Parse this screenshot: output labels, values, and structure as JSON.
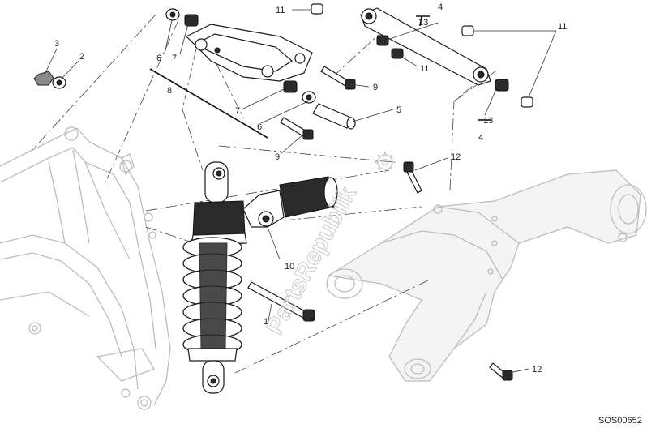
{
  "diagram": {
    "code": "SOS00652",
    "watermark": "PartsRepublik",
    "callouts": [
      {
        "id": "c-1",
        "text": "1"
      },
      {
        "id": "c-2",
        "text": "2"
      },
      {
        "id": "c-3",
        "text": "3"
      },
      {
        "id": "c-4a",
        "text": "4"
      },
      {
        "id": "c-4b",
        "text": "4"
      },
      {
        "id": "c-5",
        "text": "5"
      },
      {
        "id": "c-6a",
        "text": "6"
      },
      {
        "id": "c-6b",
        "text": "6"
      },
      {
        "id": "c-7a",
        "text": "7"
      },
      {
        "id": "c-7b",
        "text": "7"
      },
      {
        "id": "c-8",
        "text": "8"
      },
      {
        "id": "c-9a",
        "text": "9"
      },
      {
        "id": "c-9b",
        "text": "9"
      },
      {
        "id": "c-10",
        "text": "10"
      },
      {
        "id": "c-11a",
        "text": "11"
      },
      {
        "id": "c-11b",
        "text": "11"
      },
      {
        "id": "c-11c",
        "text": "11"
      },
      {
        "id": "c-12a",
        "text": "12"
      },
      {
        "id": "c-12b",
        "text": "12"
      },
      {
        "id": "c-13a",
        "text": "13"
      },
      {
        "id": "c-13b",
        "text": "13"
      }
    ]
  }
}
